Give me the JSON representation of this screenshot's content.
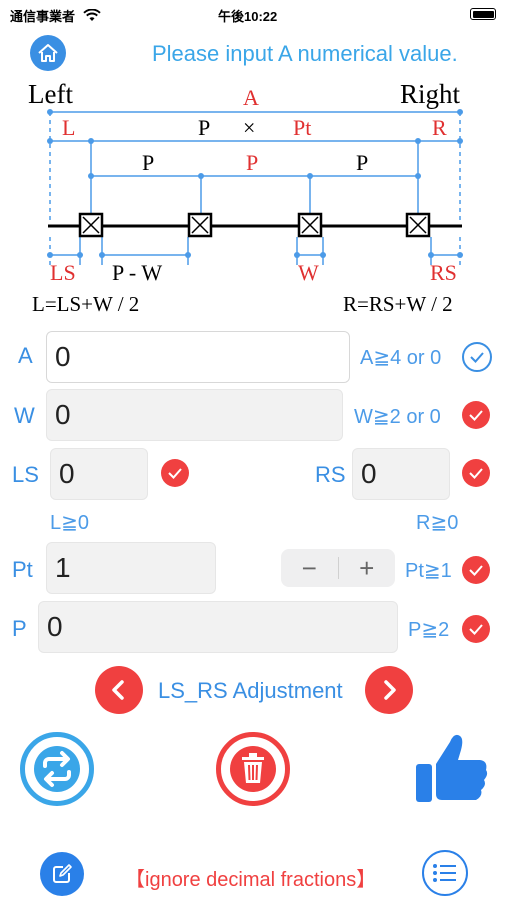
{
  "status": {
    "carrier": "通信事業者",
    "time": "午後10:22"
  },
  "header": {
    "prompt": "Please input A numerical value."
  },
  "diagram": {
    "left": "Left",
    "right": "Right",
    "A": "A",
    "L": "L",
    "R": "R",
    "P": "P",
    "times": "×",
    "Pt": "Pt",
    "LS": "LS",
    "RS": "RS",
    "W": "W",
    "PminusW": "P - W",
    "formula_left": "L=LS+W / 2",
    "formula_right": "R=RS+W / 2"
  },
  "form": {
    "A": {
      "label": "A",
      "value": "0",
      "rule": "A≧4 or 0"
    },
    "W": {
      "label": "W",
      "value": "0",
      "rule": "W≧2 or 0"
    },
    "LS": {
      "label": "LS",
      "value": "0",
      "hint": "L≧0"
    },
    "RS": {
      "label": "RS",
      "value": "0",
      "hint": "R≧0"
    },
    "Pt": {
      "label": "Pt",
      "value": "1",
      "rule": "Pt≧1",
      "minus": "−",
      "plus": "+"
    },
    "P": {
      "label": "P",
      "value": "0",
      "rule": "P≧2"
    }
  },
  "adjust": {
    "label": "LS_RS Adjustment"
  },
  "footer": {
    "note": "【ignore decimal fractions】"
  },
  "colors": {
    "accent": "#3a8fe3",
    "danger": "#f04040",
    "diagram_blue": "#4c9be8",
    "diagram_red": "#e03030"
  }
}
